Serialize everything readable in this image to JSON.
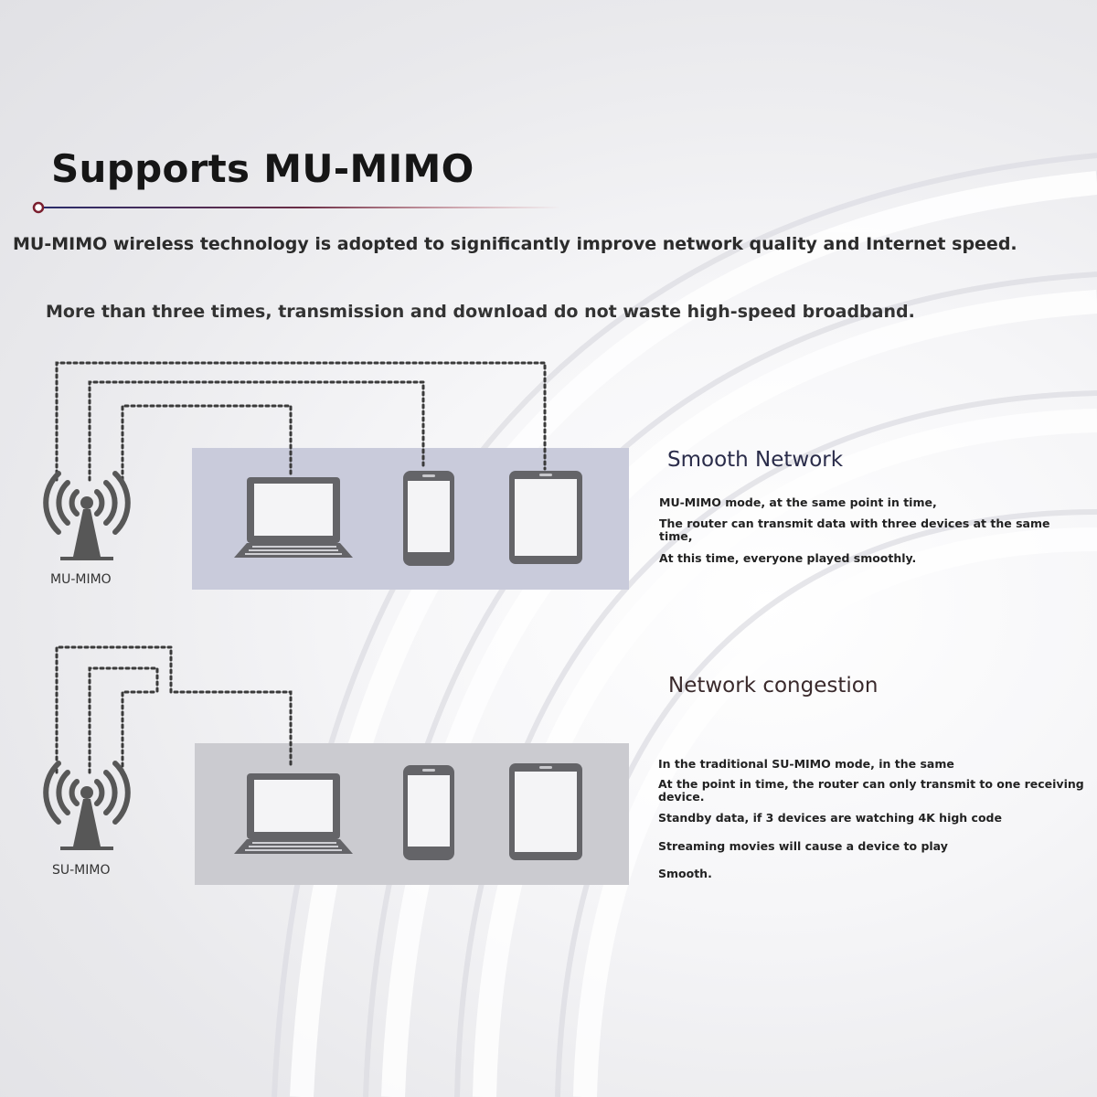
{
  "header": {
    "title": "Supports MU-MIMO",
    "subtitle": "MU-MIMO wireless technology is adopted to significantly improve network quality and Internet speed.",
    "tagline": "More than three times, transmission and download do not waste high-speed broadband."
  },
  "diagrams": [
    {
      "tower_label": "MU-MIMO",
      "devices": [
        "laptop-icon",
        "smartphone-icon",
        "tablet-icon"
      ],
      "panel_color": "#c9cbdb"
    },
    {
      "tower_label": "SU-MIMO",
      "devices": [
        "laptop-icon",
        "smartphone-icon",
        "tablet-icon"
      ],
      "panel_color": "#cbcbd0"
    }
  ],
  "sections": [
    {
      "title": "Smooth Network",
      "lines": [
        "MU-MIMO mode, at the same point in time,",
        "The router can transmit data with three devices at the same time,",
        "At this time, everyone played smoothly."
      ]
    },
    {
      "title": "Network congestion",
      "lines": [
        "In the traditional SU-MIMO mode, in the same",
        "At the point in time, the router can only transmit to one receiving device.",
        "Standby data, if 3 devices are watching 4K high code",
        "Streaming movies will cause a device to play",
        "Smooth."
      ]
    }
  ],
  "colors": {
    "accent_line_start": "#2a2c6a",
    "accent_line_end": "#c04a55",
    "device_fill": "#6a6a6e"
  }
}
